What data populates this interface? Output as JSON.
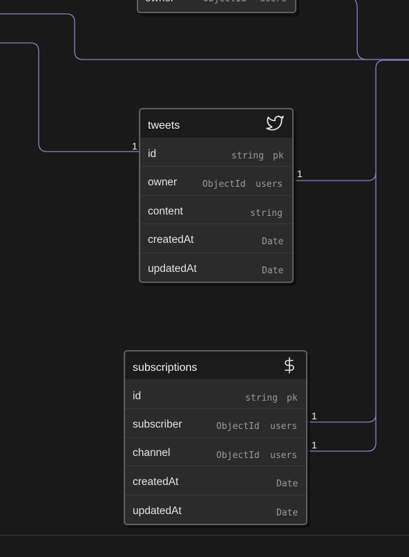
{
  "tables": [
    {
      "name": "",
      "icon": "",
      "fields": [
        {
          "name": "owner",
          "type": "ObjectId",
          "key": "users"
        }
      ]
    },
    {
      "name": "tweets",
      "icon": "twitter-bird-icon",
      "fields": [
        {
          "name": "id",
          "type": "string",
          "key": "pk"
        },
        {
          "name": "owner",
          "type": "ObjectId",
          "key": "users"
        },
        {
          "name": "content",
          "type": "string",
          "key": ""
        },
        {
          "name": "createdAt",
          "type": "Date",
          "key": ""
        },
        {
          "name": "updatedAt",
          "type": "Date",
          "key": ""
        }
      ]
    },
    {
      "name": "subscriptions",
      "icon": "dollar-icon",
      "fields": [
        {
          "name": "id",
          "type": "string",
          "key": "pk"
        },
        {
          "name": "subscriber",
          "type": "ObjectId",
          "key": "users"
        },
        {
          "name": "channel",
          "type": "ObjectId",
          "key": "users"
        },
        {
          "name": "createdAt",
          "type": "Date",
          "key": ""
        },
        {
          "name": "updatedAt",
          "type": "Date",
          "key": ""
        }
      ]
    }
  ],
  "cardinality": {
    "tweets_id": "1",
    "tweets_owner": "1",
    "subscriptions_subscriber": "1",
    "subscriptions_channel": "1"
  },
  "colors": {
    "background": "#191919",
    "connector": "#8b86c9",
    "card": "#2b2b2b",
    "card_border": "#5f5f5f"
  }
}
